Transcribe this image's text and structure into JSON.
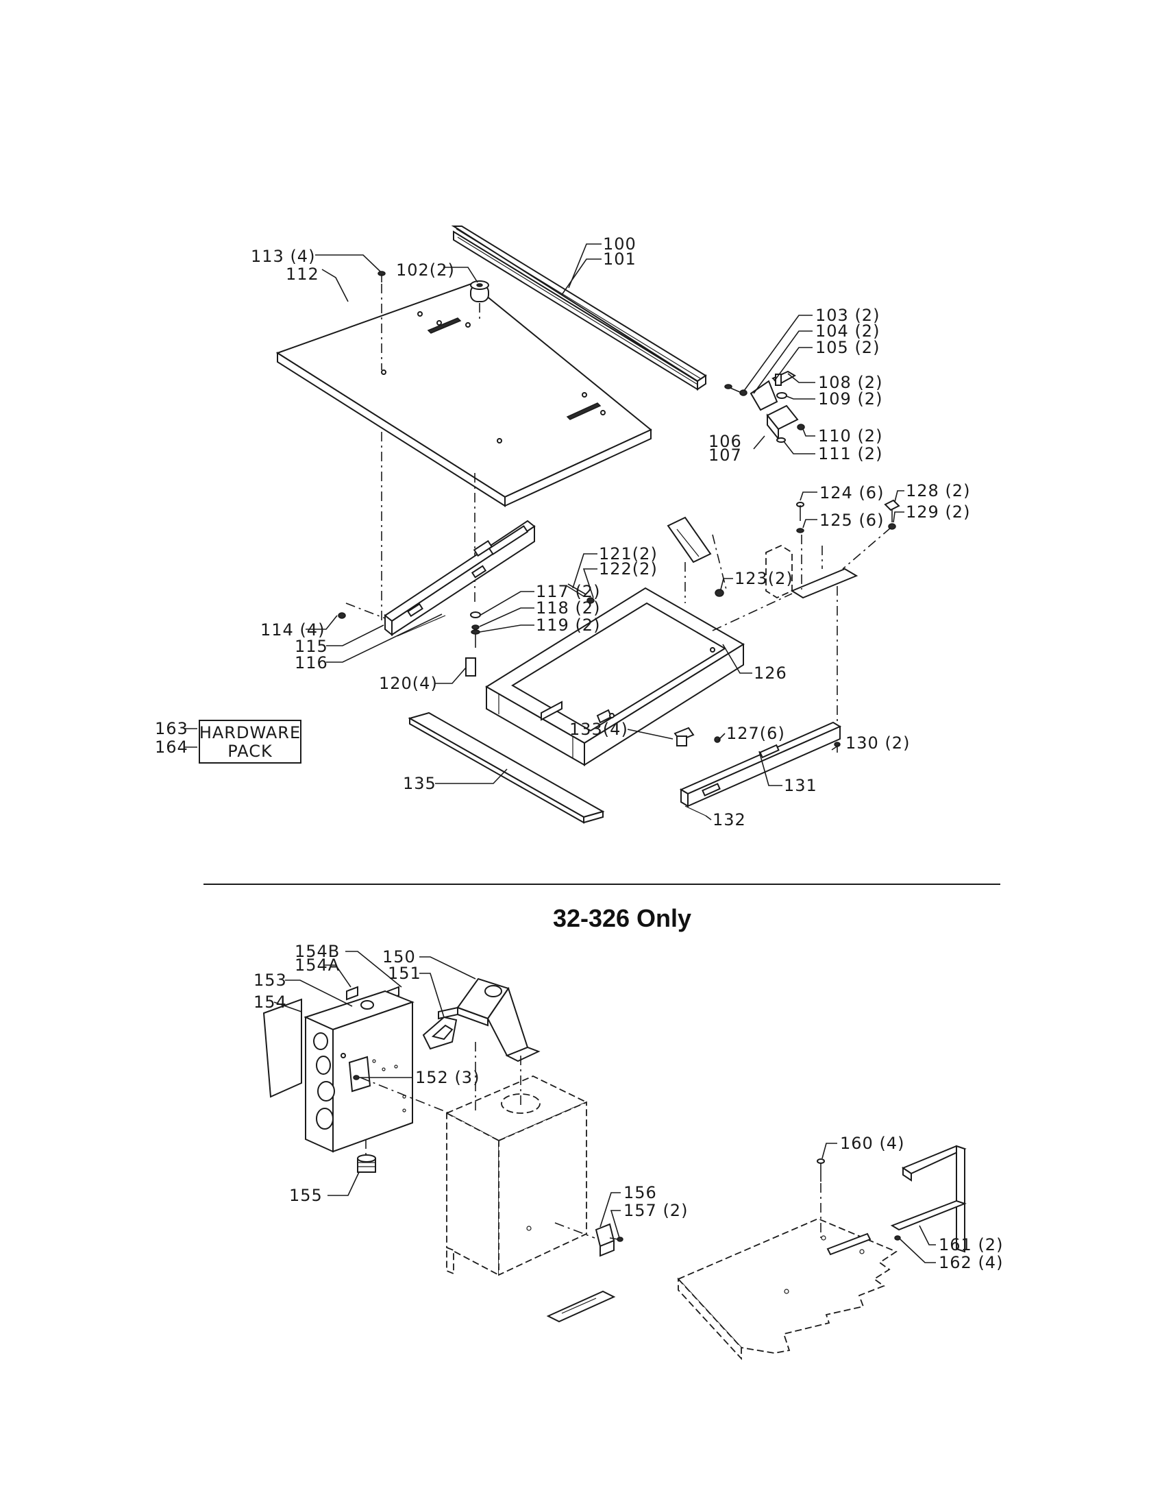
{
  "section_title": "32-326 Only",
  "hardware_box": {
    "line1": "HARDWARE",
    "line2": "PACK"
  },
  "labels": {
    "p100": "100",
    "p101": "101",
    "p102": "102(2)",
    "p103": "103 (2)",
    "p104": "104 (2)",
    "p105": "105 (2)",
    "p106": "106",
    "p107": "107",
    "p108": "108 (2)",
    "p109": "109 (2)",
    "p110": "110 (2)",
    "p111": "111 (2)",
    "p112": "112",
    "p113": "113 (4)",
    "p114": "114 (4)",
    "p115": "115",
    "p116": "116",
    "p117": "117 (2)",
    "p118": "118 (2)",
    "p119": "119 (2)",
    "p120": "120(4)",
    "p121": "121(2)",
    "p122": "122(2)",
    "p123": "123(2)",
    "p124": "124 (6)",
    "p125": "125 (6)",
    "p126": "126",
    "p127": "127(6)",
    "p128": "128 (2)",
    "p129": "129 (2)",
    "p130": "130 (2)",
    "p131": "131",
    "p132": "132",
    "p133": "133(4)",
    "p135": "135",
    "p150": "150",
    "p151": "151",
    "p152": "152 (3)",
    "p153": "153",
    "p154": "154",
    "p154a": "154A",
    "p154b": "154B",
    "p155": "155",
    "p156": "156",
    "p157": "157 (2)",
    "p160": "160 (4)",
    "p161": "161 (2)",
    "p162": "162 (4)",
    "p163": "163",
    "p164": "164"
  }
}
